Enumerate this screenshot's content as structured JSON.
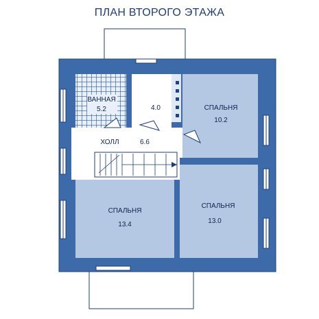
{
  "title": "ПЛАН ВТОРОГО ЭТАЖА",
  "colors": {
    "wall": "#3d6aa8",
    "wall_edge": "#21447f",
    "room_fill": "#b4c8e3",
    "hall_fill": "#ffffff",
    "bath_tile": "#2a5bb0",
    "bath_bg": "#e9f0fa",
    "terrace_line": "#1f3d7a"
  },
  "rooms": {
    "bathroom": {
      "name": "ВАННАЯ",
      "area": "5.2"
    },
    "storage": {
      "name": "",
      "area": "4.0"
    },
    "hall": {
      "name": "ХОЛЛ",
      "area": "6.6"
    },
    "bedroom_top_right": {
      "name": "СПАЛЬНЯ",
      "area": "10.2"
    },
    "bedroom_bottom_left": {
      "name": "СПАЛЬНЯ",
      "area": "13.4"
    },
    "bedroom_bottom_right": {
      "name": "СПАЛЬНЯ",
      "area": "13.0"
    }
  }
}
